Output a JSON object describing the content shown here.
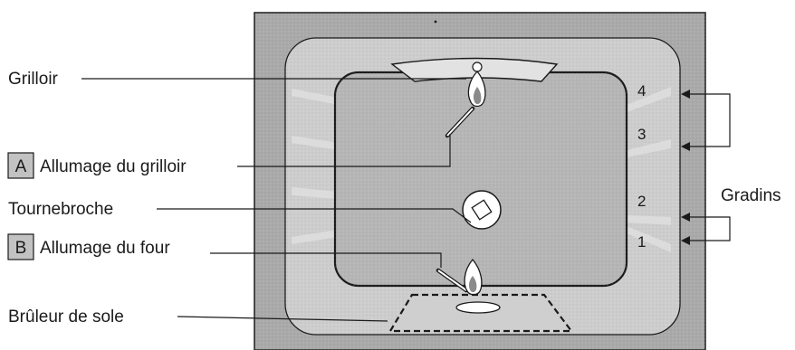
{
  "labels": {
    "grilloir": "Grilloir",
    "allumage_grilloir": "Allumage du grilloir",
    "tournebroche": "Tournebroche",
    "allumage_four": "Allumage du four",
    "bruleur_sole": "Brûleur de sole",
    "gradins": "Gradins"
  },
  "markers": {
    "a": "A",
    "b": "B"
  },
  "rack_levels": [
    "4",
    "3",
    "2",
    "1"
  ],
  "colors": {
    "outer_panel": "#a9a9a9",
    "inner_panel": "#cdcdcd",
    "cavity": "#b5b5b5",
    "rack_bar": "#d8d8d8",
    "marker_box": "#c2c2c2",
    "line": "#1a1a1a"
  }
}
